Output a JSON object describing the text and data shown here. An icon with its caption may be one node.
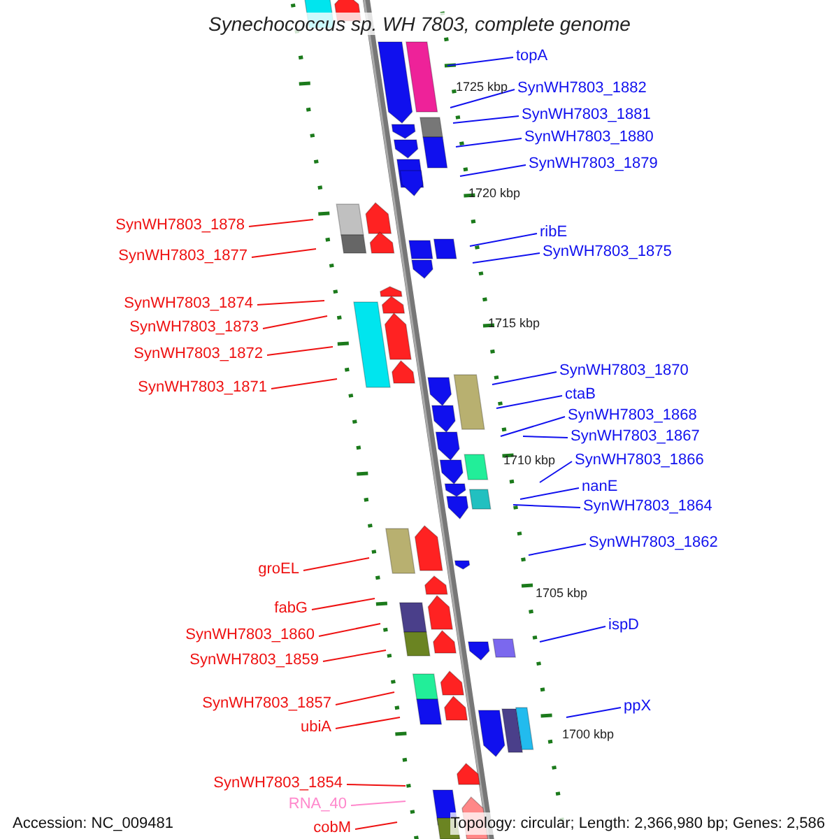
{
  "diagram": {
    "title": "Synechococcus sp. WH 7803, complete genome",
    "nodes": [
      {
        "text": [
          "topA"
        ]
      },
      {
        "text": [
          "SynWH7803_1882"
        ]
      },
      {
        "text": [
          "SynWH7803_1881"
        ]
      },
      {
        "text": [
          "SynWH7803_1880"
        ]
      },
      {
        "text": [
          "SynWH7803_1879"
        ]
      },
      {
        "text": [
          "SynWH7803_1878"
        ]
      },
      {
        "text": [
          "ribE"
        ]
      },
      {
        "text": [
          "SynWH7803_1875"
        ]
      },
      {
        "text": [
          "SynWH7803_1877"
        ]
      },
      {
        "text": [
          "SynWH7803_1874"
        ]
      },
      {
        "text": [
          "SynWH7803_1873"
        ]
      },
      {
        "text": [
          "SynWH7803_1872"
        ]
      },
      {
        "text": [
          "SynWH7803_1870"
        ]
      },
      {
        "text": [
          "SynWH7803_1871"
        ]
      },
      {
        "text": [
          "ctaB"
        ]
      },
      {
        "text": [
          "SynWH7803_1868"
        ]
      },
      {
        "text": [
          "SynWH7803_1867"
        ]
      },
      {
        "text": [
          "SynWH7803_1866"
        ]
      },
      {
        "text": [
          "nanE"
        ]
      },
      {
        "text": [
          "SynWH7803_1864"
        ]
      },
      {
        "text": [
          "SynWH7803_1862"
        ]
      },
      {
        "text": [
          "groEL"
        ]
      },
      {
        "text": [
          "fabG"
        ]
      },
      {
        "text": [
          "ispD"
        ]
      },
      {
        "text": [
          "SynWH7803_1860"
        ]
      },
      {
        "text": [
          "SynWH7803_1859"
        ]
      },
      {
        "text": [
          "SynWH7803_1857"
        ]
      },
      {
        "text": [
          "ppX"
        ]
      },
      {
        "text": [
          "ubiA"
        ]
      },
      {
        "text": [
          "SynWH7803_1854"
        ]
      },
      {
        "text": [
          "RNA_40"
        ]
      },
      {
        "text": [
          "cobM"
        ]
      }
    ],
    "edges": [
      {
        "from": 0,
        "to": null,
        "arrow": "none"
      },
      {
        "from": 1,
        "to": null,
        "arrow": "none"
      },
      {
        "from": 2,
        "to": null,
        "arrow": "none"
      },
      {
        "from": 3,
        "to": null,
        "arrow": "none"
      },
      {
        "from": 4,
        "to": null,
        "arrow": "none"
      },
      {
        "from": 5,
        "to": null,
        "arrow": "none",
        "color": "#ee1111"
      },
      {
        "from": 6,
        "to": null,
        "arrow": "none"
      },
      {
        "from": 7,
        "to": null,
        "arrow": "none"
      },
      {
        "from": 8,
        "to": null,
        "arrow": "none",
        "color": "#ee1111"
      },
      {
        "from": 9,
        "to": null,
        "arrow": "none",
        "color": "#ee1111"
      },
      {
        "from": 10,
        "to": null,
        "arrow": "none",
        "color": "#ee1111"
      },
      {
        "from": 11,
        "to": null,
        "arrow": "none",
        "color": "#ee1111"
      },
      {
        "from": 12,
        "to": null,
        "arrow": "none"
      },
      {
        "from": 13,
        "to": null,
        "arrow": "none",
        "color": "#ee1111"
      },
      {
        "from": 14,
        "to": null,
        "arrow": "none"
      },
      {
        "from": 15,
        "to": null,
        "arrow": "none"
      },
      {
        "from": 16,
        "to": null,
        "arrow": "none"
      },
      {
        "from": 17,
        "to": null,
        "arrow": "none"
      },
      {
        "from": 18,
        "to": null,
        "arrow": "none"
      },
      {
        "from": 19,
        "to": null,
        "arrow": "none"
      },
      {
        "from": 20,
        "to": null,
        "arrow": "none"
      },
      {
        "from": 21,
        "to": null,
        "arrow": "none",
        "color": "#ee1111"
      },
      {
        "from": 22,
        "to": null,
        "arrow": "none",
        "color": "#ee1111"
      },
      {
        "from": 23,
        "to": null,
        "arrow": "none"
      },
      {
        "from": 24,
        "to": null,
        "arrow": "none",
        "color": "#ee1111"
      },
      {
        "from": 25,
        "to": null,
        "arrow": "none",
        "color": "#ee1111"
      },
      {
        "from": 26,
        "to": null,
        "arrow": "none",
        "color": "#ee1111"
      },
      {
        "from": 27,
        "to": null,
        "arrow": "none"
      },
      {
        "from": 28,
        "to": null,
        "arrow": "none",
        "color": "#ee1111"
      },
      {
        "from": 29,
        "to": null,
        "arrow": "none",
        "color": "#ee1111"
      },
      {
        "from": 30,
        "to": null,
        "arrow": "none",
        "color": "#ff88cc"
      },
      {
        "from": 31,
        "to": null,
        "arrow": "none",
        "color": "#ee1111"
      }
    ],
    "labels": [
      "1725 kbp",
      "1720 kbp",
      "1715 kbp",
      "1710 kbp",
      "1705 kbp",
      "1700 kbp",
      "Accession: NC_009481",
      "Topology: circular; Length: 2,366,980 bp; Genes: 2,586"
    ]
  }
}
